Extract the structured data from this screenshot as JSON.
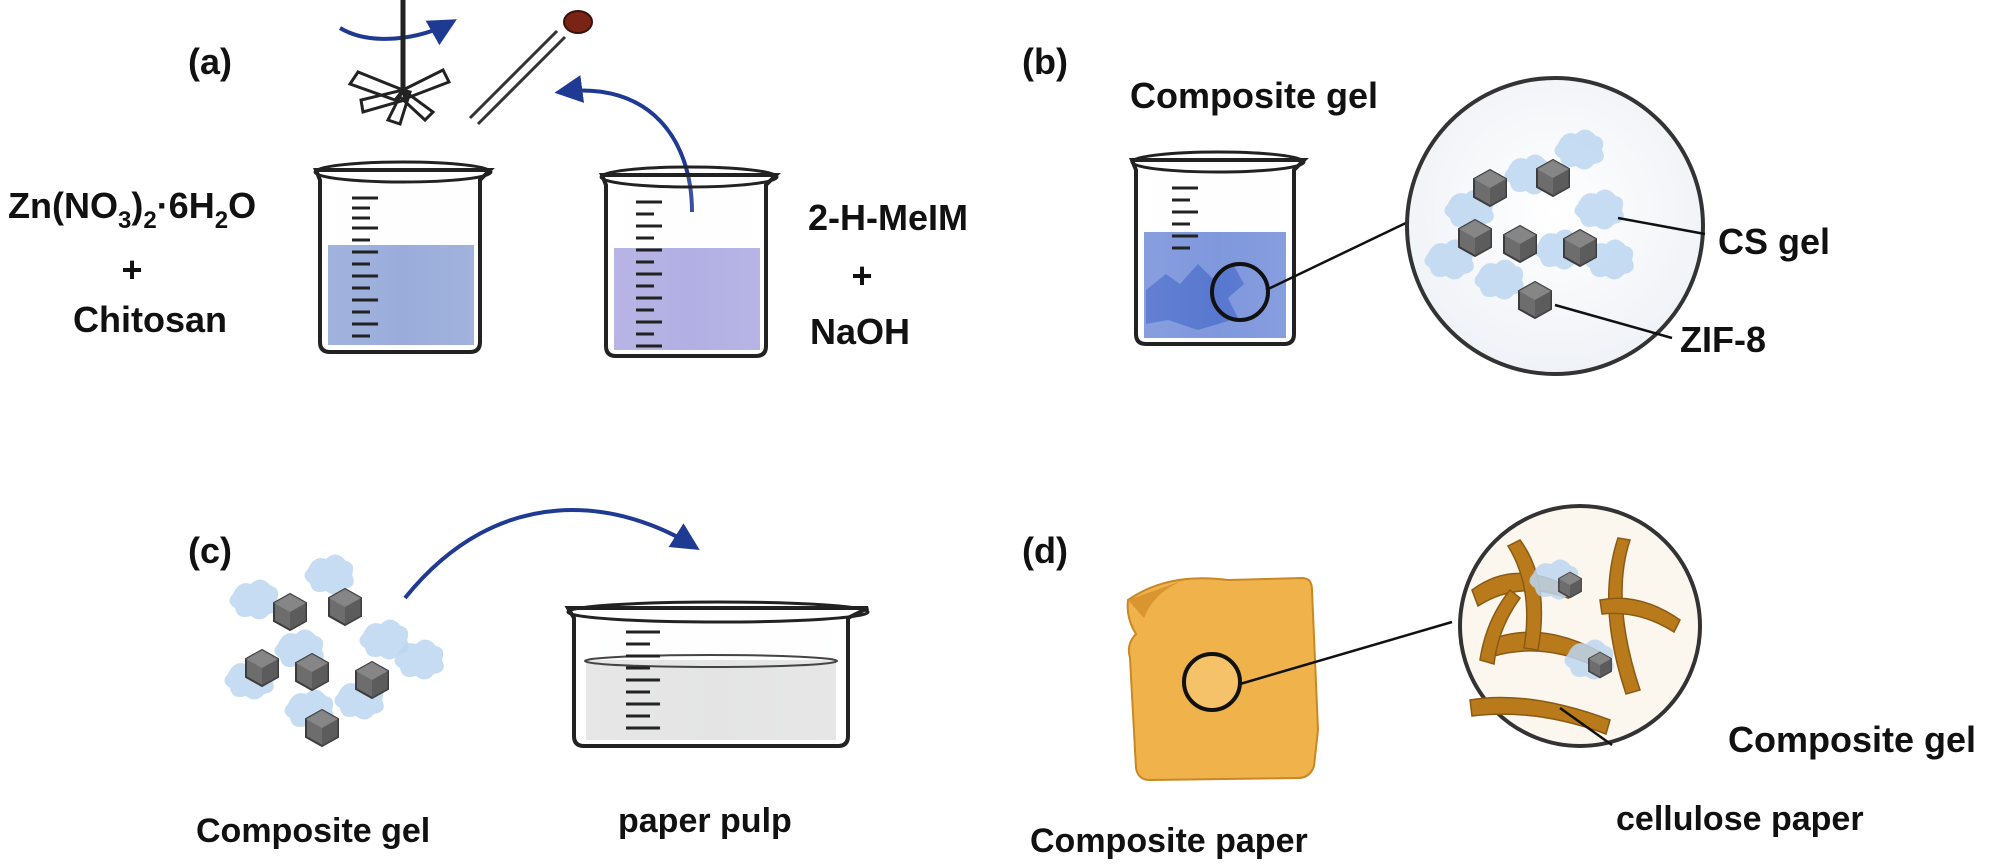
{
  "panels": {
    "a": {
      "label": "(a)",
      "left_reagents": {
        "line1_base": "Zn(NO",
        "line1_sub1": "3",
        "line1_mid": ")",
        "line1_sub2": "2",
        "line1_tail": "·6H",
        "line1_sub3": "2",
        "line1_end": "O",
        "plus": "+",
        "line2": "Chitosan"
      },
      "right_reagents": {
        "line1": "2-H-MeIM",
        "plus": "+",
        "line2": "NaOH"
      }
    },
    "b": {
      "label": "(b)",
      "title": "Composite gel",
      "callout_cs": "CS gel",
      "callout_zif": "ZIF-8"
    },
    "c": {
      "label": "(c)",
      "left_caption": "Composite gel",
      "right_caption": "paper pulp"
    },
    "d": {
      "label": "(d)",
      "left_caption": "Composite paper",
      "callout_gel": "Composite gel",
      "callout_paper": "cellulose paper"
    }
  },
  "colors": {
    "arrow": "#1f3a93",
    "solution_a_left": "#8ea3d6",
    "solution_a_right": "#a9a6e0",
    "gel_blue": "#3f63c8",
    "paper_tan": "#f0b24a",
    "fiber_brown": "#b97a1c",
    "crystal_gray": "#6d6d6d",
    "ice_blue": "#bcd6f0",
    "pulp_gray": "#e2e2e2"
  },
  "icons": [
    "stirrer-icon",
    "dropper-icon",
    "beaker-icon",
    "magnifier-circle-icon",
    "crystal-icon"
  ]
}
